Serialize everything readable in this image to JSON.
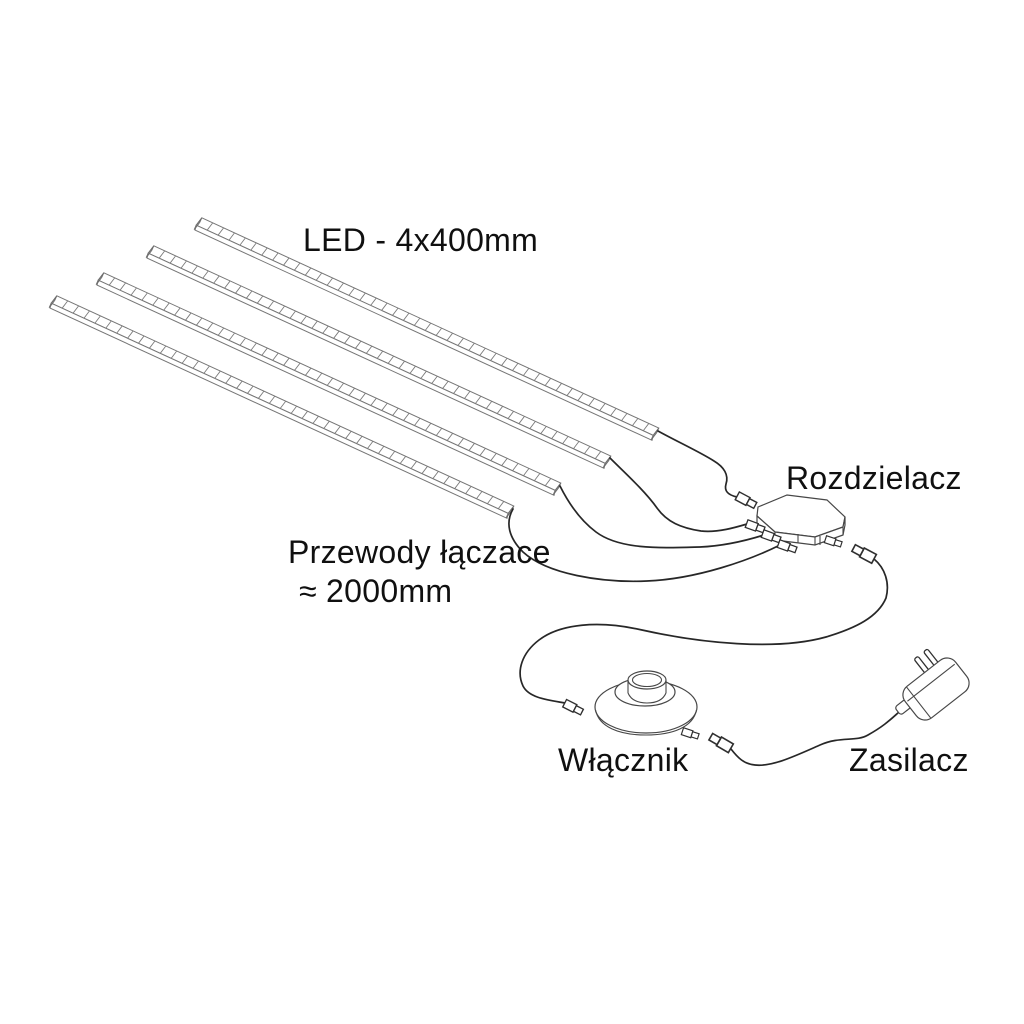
{
  "diagram": {
    "led_strips": {
      "label": "LED - 4x400mm",
      "count": 4
    },
    "connecting_wires": {
      "label_line1": "Przewody łączace",
      "label_line2": "≈ 2000mm"
    },
    "splitter": {
      "label": "Rozdzielacz",
      "input_connectors": 3,
      "output_connectors": 1
    },
    "foot_switch": {
      "label": "Włącznik"
    },
    "power_supply": {
      "label": "Zasilacz"
    },
    "colors": {
      "background": "#ffffff",
      "strip_line": "#767676",
      "wire_line": "#272727",
      "component_line": "#474747",
      "text": "#101010"
    }
  }
}
